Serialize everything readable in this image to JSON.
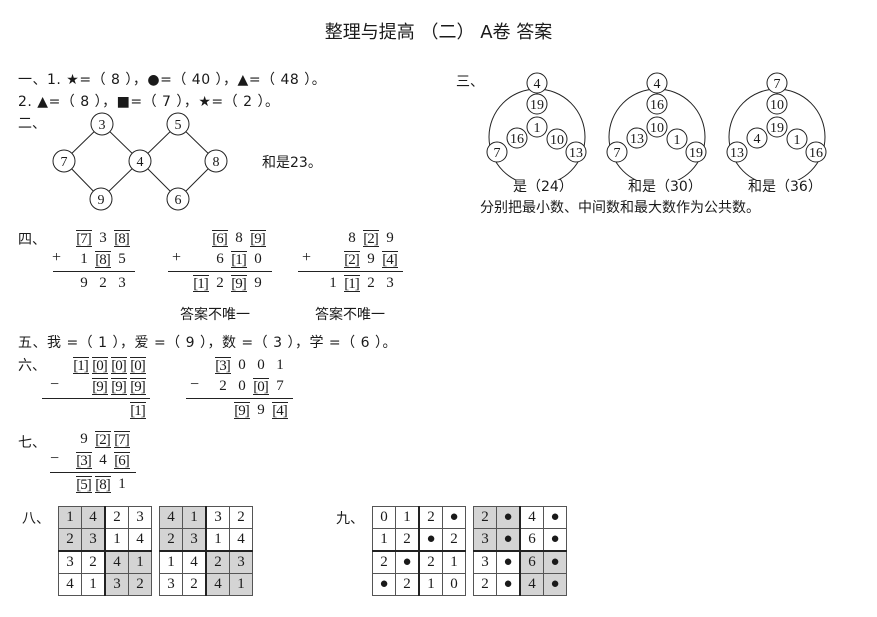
{
  "title": "整理与提高 （二） A卷 答案",
  "q1": {
    "line1": "一、1. ★=（ 8 ），●=（ 40 ），▲=（ 48 ）。",
    "line2": "2. ▲=（ 8 ），■=（ 7 ），★=（ 2 ）。"
  },
  "q2": {
    "label": "二、",
    "nodes": [
      "3",
      "5",
      "7",
      "4",
      "8",
      "9",
      "6"
    ],
    "sum_text": "和是23。"
  },
  "q3": {
    "label": "三、",
    "wheels": [
      {
        "numbers": [
          "4",
          "19",
          "1",
          "16",
          "10",
          "7",
          "13"
        ],
        "caption": "是（24）"
      },
      {
        "numbers": [
          "4",
          "16",
          "10",
          "13",
          "1",
          "7",
          "19"
        ],
        "caption": "和是（30）"
      },
      {
        "numbers": [
          "7",
          "10",
          "19",
          "4",
          "1",
          "13",
          "16"
        ],
        "caption": "和是（36）"
      }
    ],
    "note": "分别把最小数、中间数和最大数作为公共数。"
  },
  "q4": {
    "label": "四、",
    "problems": [
      {
        "op": "+",
        "rows": [
          [
            "[7]",
            "3",
            "[8]"
          ],
          [
            "1",
            "[8]",
            "5"
          ],
          [
            "9",
            "2",
            "3"
          ]
        ]
      },
      {
        "op": "+",
        "rows": [
          [
            "[6]",
            "8",
            "[9]"
          ],
          [
            "6",
            "[1]",
            "0"
          ],
          [
            "[1]",
            "2",
            "[9]",
            "9"
          ]
        ]
      },
      {
        "op": "+",
        "rows": [
          [
            "8",
            "[2]",
            "9"
          ],
          [
            "[2]",
            "9",
            "[4]"
          ],
          [
            "1",
            "[1]",
            "2",
            "3"
          ]
        ]
      }
    ],
    "notes": [
      "答案不唯一",
      "答案不唯一"
    ]
  },
  "q5": {
    "line": "五、我 =（ 1 ），爱 =（ 9 ），数 =（ 3 ），学 =（ 6 ）。"
  },
  "q6": {
    "label": "六、",
    "problems": [
      {
        "op": "−",
        "rows": [
          [
            "[1]",
            "[0]",
            "[0]",
            "[0]"
          ],
          [
            "[9]",
            "[9]",
            "[9]"
          ],
          [
            "[1]"
          ]
        ]
      },
      {
        "op": "−",
        "rows": [
          [
            "[3]",
            "0",
            "0",
            "1"
          ],
          [
            "2",
            "0",
            "[0]",
            "7"
          ],
          [
            "[9]",
            "9",
            "[4]"
          ]
        ]
      }
    ]
  },
  "q7": {
    "label": "七、",
    "problems": [
      {
        "op": "−",
        "rows": [
          [
            "9",
            "[2]",
            "[7]"
          ],
          [
            "[3]",
            "4",
            "[6]"
          ],
          [
            "[5]",
            "[8]",
            "1"
          ]
        ]
      }
    ]
  },
  "q8": {
    "label": "八、",
    "grids": [
      {
        "cells": [
          [
            "1",
            "4",
            "2",
            "3"
          ],
          [
            "2",
            "3",
            "1",
            "4"
          ],
          [
            "3",
            "2",
            "4",
            "1"
          ],
          [
            "4",
            "1",
            "3",
            "2"
          ]
        ],
        "shaded_quadrants": [
          "top-left",
          "bottom-right"
        ]
      },
      {
        "cells": [
          [
            "4",
            "1",
            "3",
            "2"
          ],
          [
            "2",
            "3",
            "1",
            "4"
          ],
          [
            "1",
            "4",
            "2",
            "3"
          ],
          [
            "3",
            "2",
            "4",
            "1"
          ]
        ],
        "shaded_quadrants": [
          "top-left",
          "bottom-right"
        ]
      }
    ]
  },
  "q9": {
    "label": "九、",
    "grids": [
      {
        "cells": [
          [
            "0",
            "1",
            "2",
            "●"
          ],
          [
            "1",
            "2",
            "●",
            "2"
          ],
          [
            "2",
            "●",
            "2",
            "1"
          ],
          [
            "●",
            "2",
            "1",
            "0"
          ]
        ],
        "shaded_quadrants": []
      },
      {
        "cells": [
          [
            "2",
            "●",
            "4",
            "●"
          ],
          [
            "3",
            "●",
            "6",
            "●"
          ],
          [
            "3",
            "●",
            "6",
            "●"
          ],
          [
            "2",
            "●",
            "4",
            "●"
          ]
        ],
        "shaded_quadrants": [
          "top-left",
          "bottom-right"
        ]
      }
    ]
  }
}
